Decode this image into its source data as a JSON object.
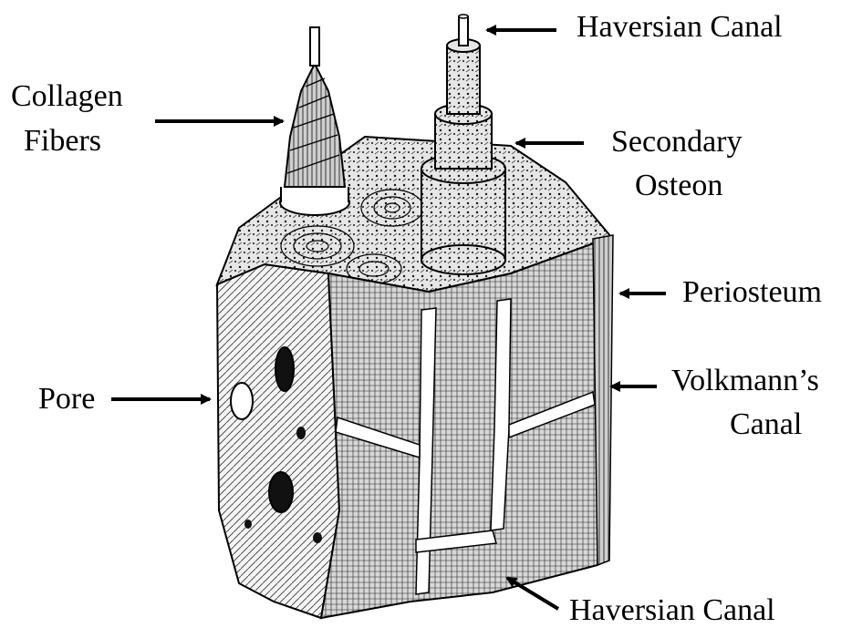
{
  "labels": {
    "haversian_top": "Haversian Canal",
    "collagen_line1": "Collagen",
    "collagen_line2": "Fibers",
    "secondary_line1": "Secondary",
    "secondary_line2": "Osteon",
    "periosteum": "Periosteum",
    "pore": "Pore",
    "volkmann_line1": "Volkmann’s",
    "volkmann_line2": "Canal",
    "haversian_bottom": "Haversian Canal"
  }
}
